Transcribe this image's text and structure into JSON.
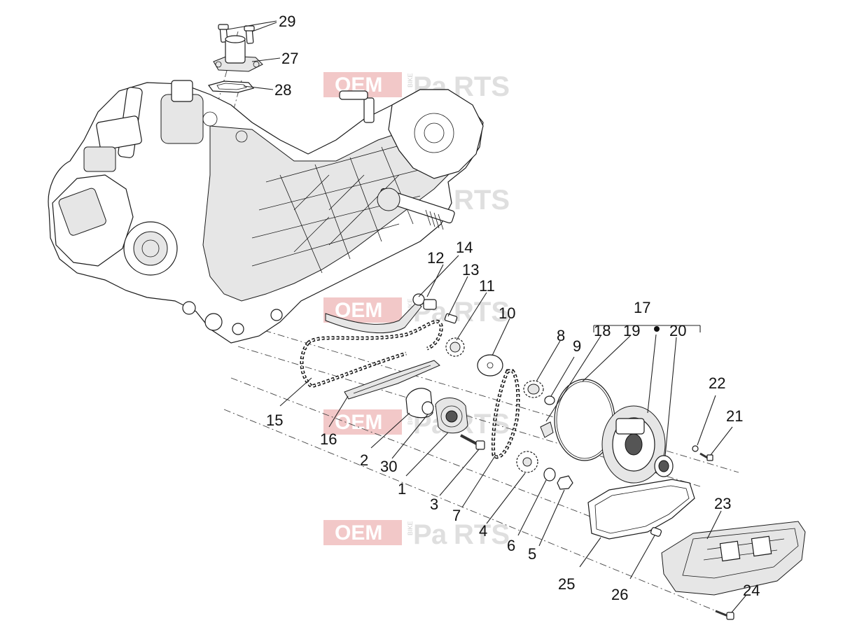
{
  "watermark": {
    "box_text": "OEM",
    "side_text": "BIKE",
    "tail_text_a": "P",
    "tail_text_b": "a",
    "tail_text_c": "RTS",
    "box_color": "#e79b9b"
  },
  "callouts": {
    "c1": "1",
    "c2": "2",
    "c3": "3",
    "c4": "4",
    "c5": "5",
    "c6": "6",
    "c7": "7",
    "c8": "8",
    "c9": "9",
    "c10": "10",
    "c11": "11",
    "c12": "12",
    "c13": "13",
    "c14": "14",
    "c15": "15",
    "c16": "16",
    "c17": "17",
    "c18": "18",
    "c19": "19",
    "c20": "20",
    "c21": "21",
    "c22": "22",
    "c23": "23",
    "c24": "24",
    "c25": "25",
    "c26": "26",
    "c27": "27",
    "c28": "28",
    "c29": "29",
    "c30": "30"
  }
}
